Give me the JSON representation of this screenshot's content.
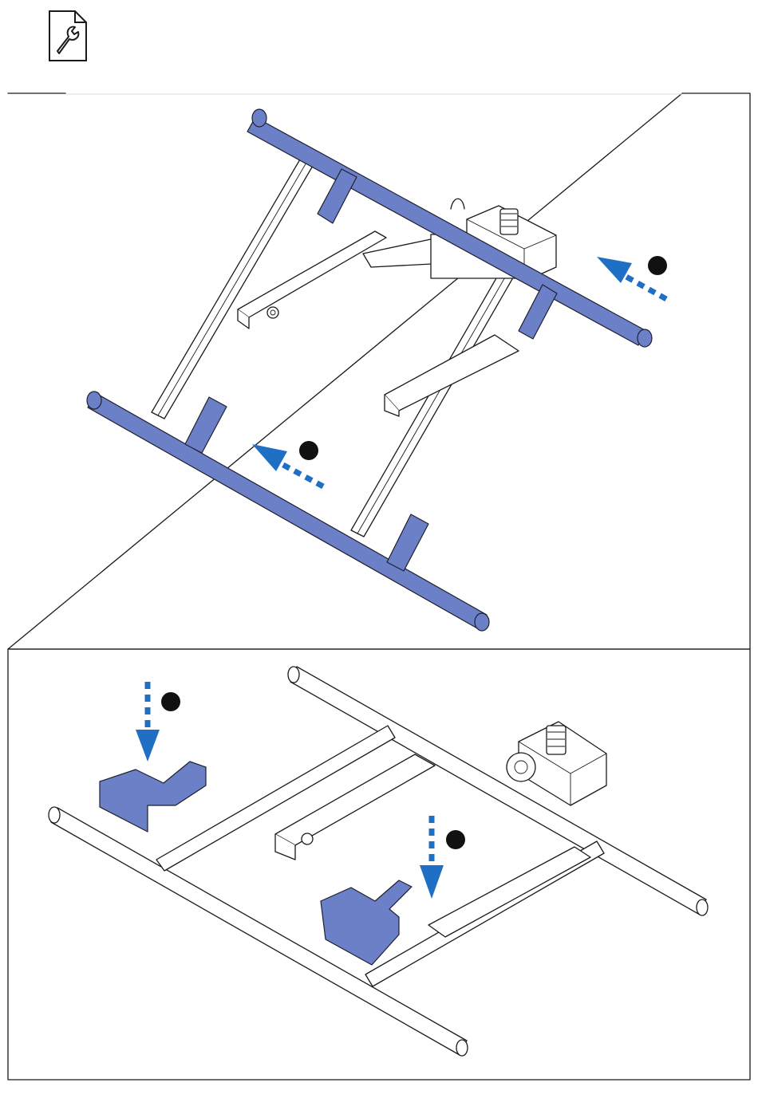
{
  "header": {
    "icon": "document-wrench-icon"
  },
  "colors": {
    "part_highlight": "#6B80C7",
    "arrow": "#1F6FC5",
    "outline": "#1A1A1A",
    "callout": "#111111"
  },
  "steps": [
    {
      "panel": "top",
      "description_icon": "attach-tube-arrow"
    },
    {
      "panel": "bottom",
      "description_icon": "insert-bracket-arrow"
    }
  ]
}
